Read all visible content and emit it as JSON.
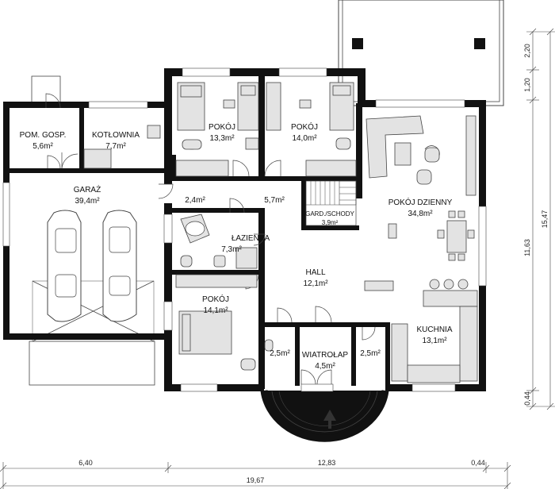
{
  "rooms": {
    "pom_gosp": {
      "name": "POM. GOSP.",
      "area": "5,6m²"
    },
    "kotlownia": {
      "name": "KOTŁOWNIA",
      "area": "7,7m²"
    },
    "pokoj_1": {
      "name": "POKÓJ",
      "area": "13,3m²"
    },
    "pokoj_2": {
      "name": "POKÓJ",
      "area": "14,0m²"
    },
    "garaz": {
      "name": "GARAŻ",
      "area": "39,4m²"
    },
    "korytarz_1": {
      "area": "2,4m²"
    },
    "korytarz_2": {
      "area": "5,7m²"
    },
    "gard_schody": {
      "name": "GARD./SCHODY",
      "area": "3,9m²"
    },
    "pokoj_dzienny": {
      "name": "POKÓJ DZIENNY",
      "area": "34,8m²"
    },
    "lazienka": {
      "name": "ŁAZIENKA",
      "area": "7,3m²"
    },
    "hall": {
      "name": "HALL",
      "area": "12,1m²"
    },
    "pokoj_3": {
      "name": "POKÓJ",
      "area": "14,1m²"
    },
    "kuchnia": {
      "name": "KUCHNIA",
      "area": "13,1m²"
    },
    "wc": {
      "area": "2,5m²"
    },
    "wiatrolap": {
      "name": "WIATROŁAP",
      "area": "4,5m²"
    },
    "spizarnia": {
      "area": "2,5m²"
    }
  },
  "dimensions": {
    "bottom": {
      "left": "6,40",
      "middle": "12,83",
      "right": "0,44",
      "total": "19,67"
    },
    "right": {
      "top_1": "2,20",
      "top_2": "1,20",
      "middle": "11,63",
      "bottom": "0,44",
      "total": "15,47"
    }
  },
  "colors": {
    "wall": "#111111",
    "fixture": "#e3e3e3",
    "line": "#444444"
  }
}
